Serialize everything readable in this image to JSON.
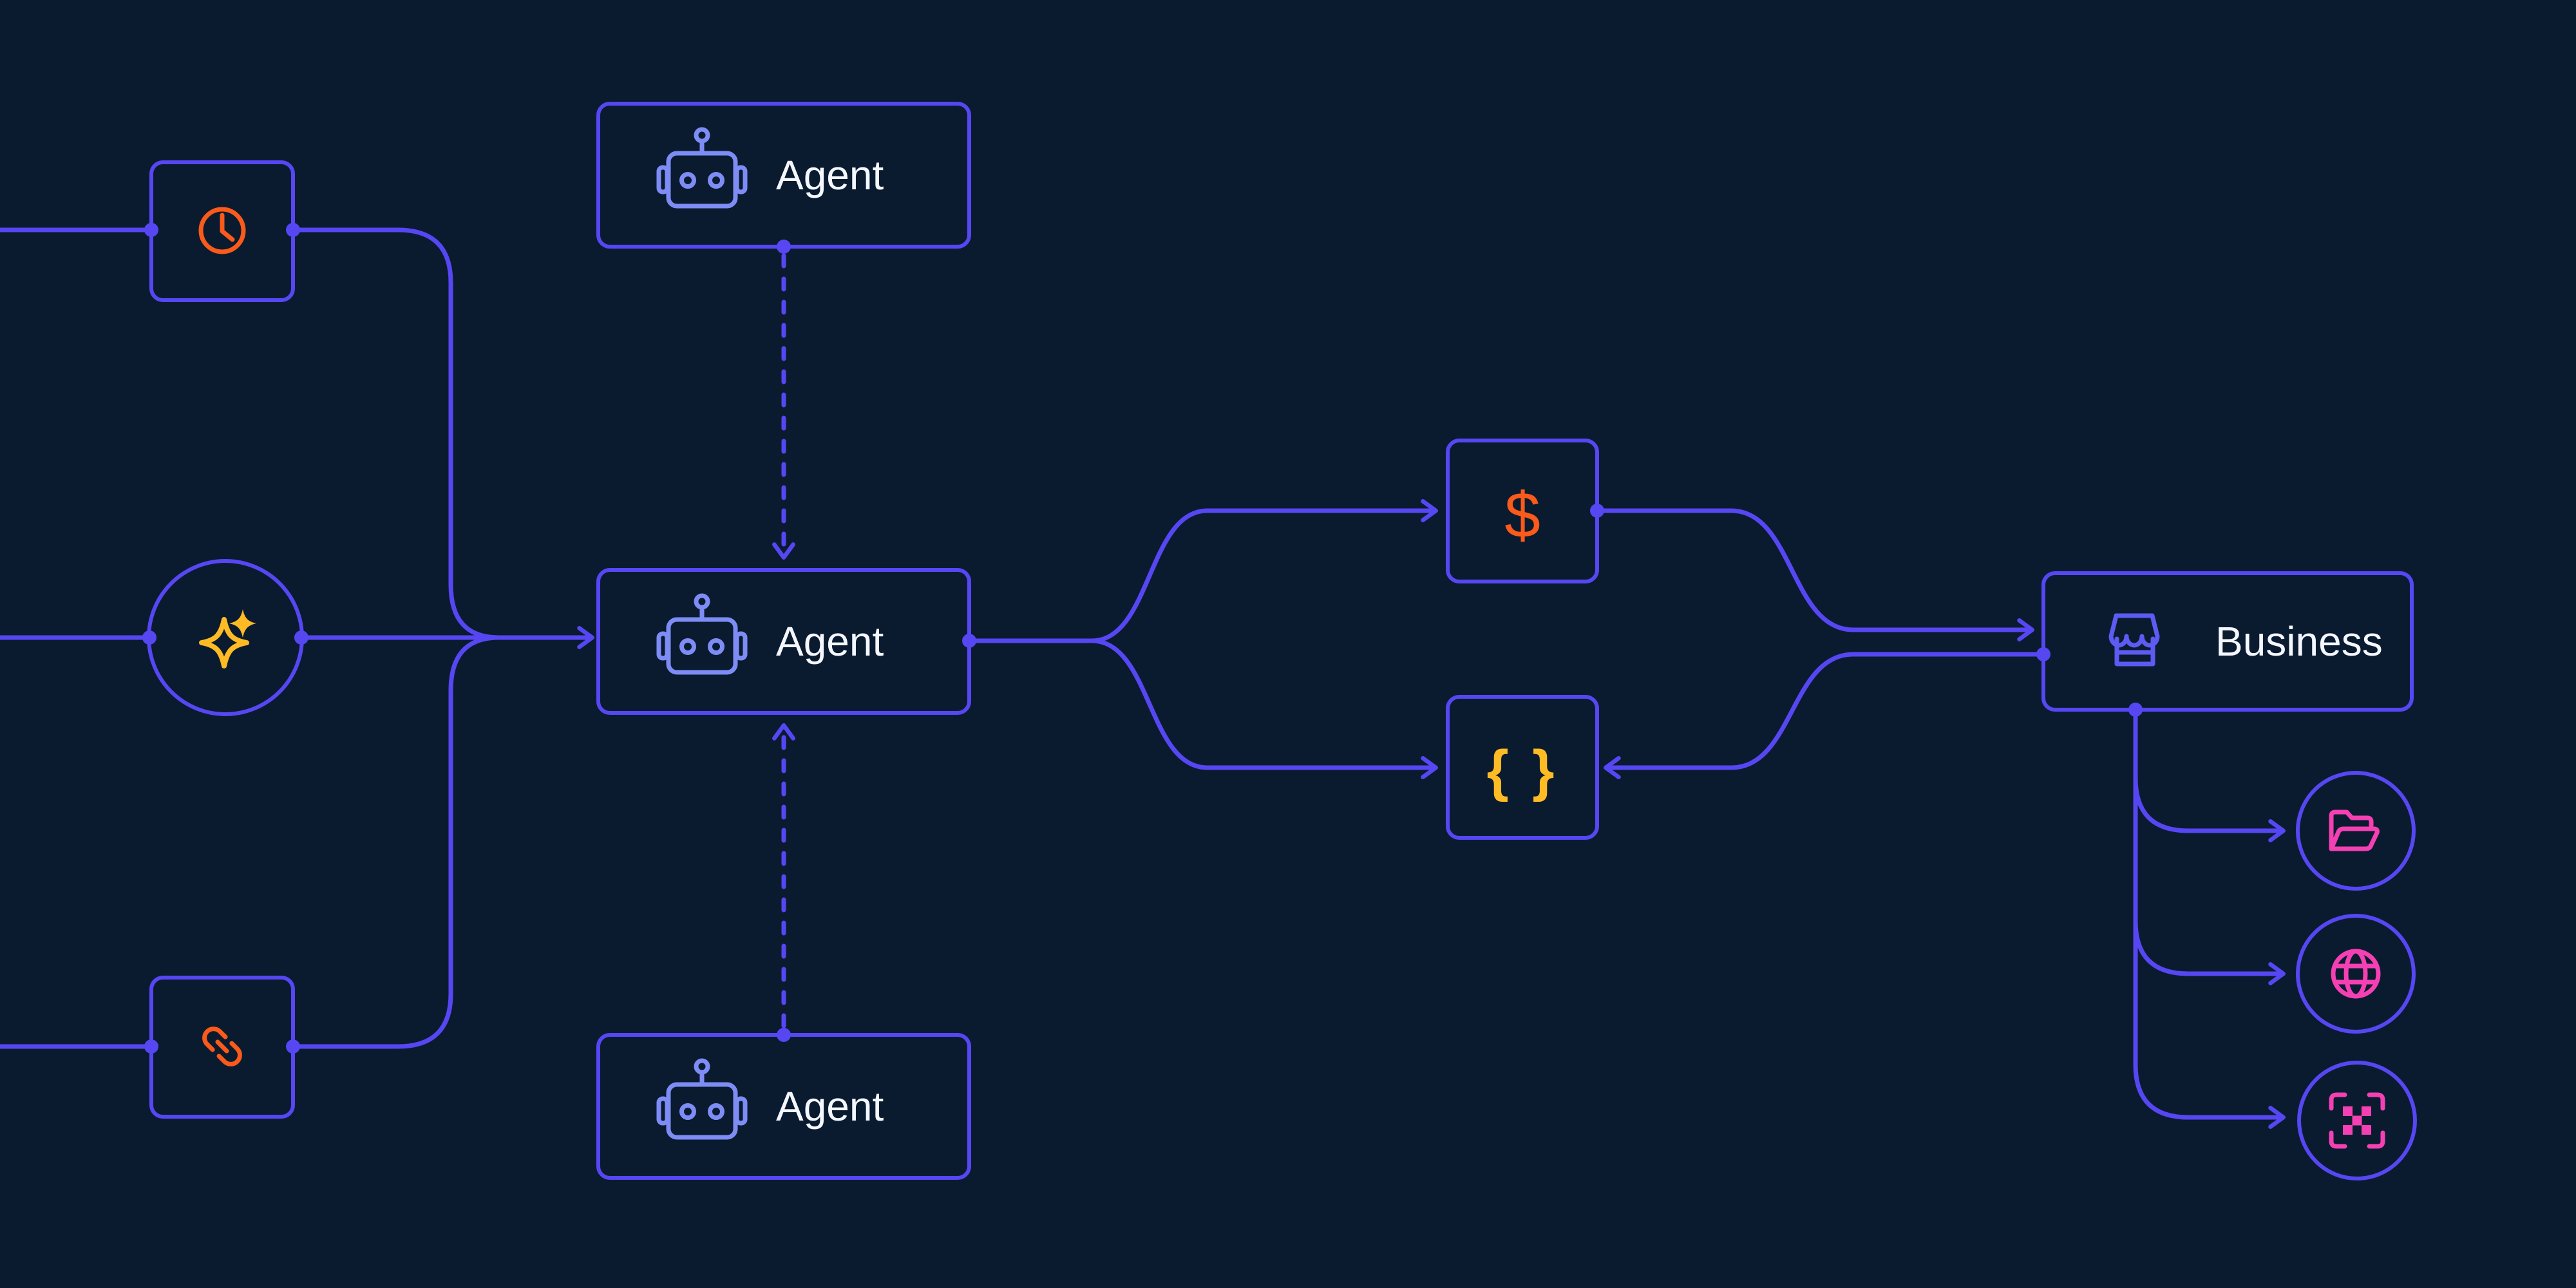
{
  "diagram": {
    "background": "#0A1B30",
    "colors": {
      "connector": "#5647F3",
      "node_border": "#5647F3",
      "robot_icon": "#7E8CF5",
      "store_icon": "#5C5BF2",
      "label_text": "#F5F7FF",
      "orange": "#FA5A1A",
      "yellow": "#FFBB24",
      "pink": "#F440B2"
    },
    "nodes": {
      "trigger_clock": {
        "icon": "clock-icon",
        "label": ""
      },
      "trigger_sparkle": {
        "icon": "sparkles-icon",
        "label": ""
      },
      "trigger_link": {
        "icon": "link-icon",
        "label": ""
      },
      "agent_top": {
        "icon": "robot-icon",
        "label": "Agent"
      },
      "agent_main": {
        "icon": "robot-icon",
        "label": "Agent"
      },
      "agent_bottom": {
        "icon": "robot-icon",
        "label": "Agent"
      },
      "payments": {
        "icon": "dollar-glyph",
        "label": "$"
      },
      "json_data": {
        "icon": "braces-glyph",
        "label": "{ }"
      },
      "business": {
        "icon": "storefront-icon",
        "label": "Business"
      },
      "output_files": {
        "icon": "folder-icon",
        "label": ""
      },
      "output_web": {
        "icon": "globe-icon",
        "label": ""
      },
      "output_scan": {
        "icon": "qr-scan-icon",
        "label": ""
      }
    }
  }
}
